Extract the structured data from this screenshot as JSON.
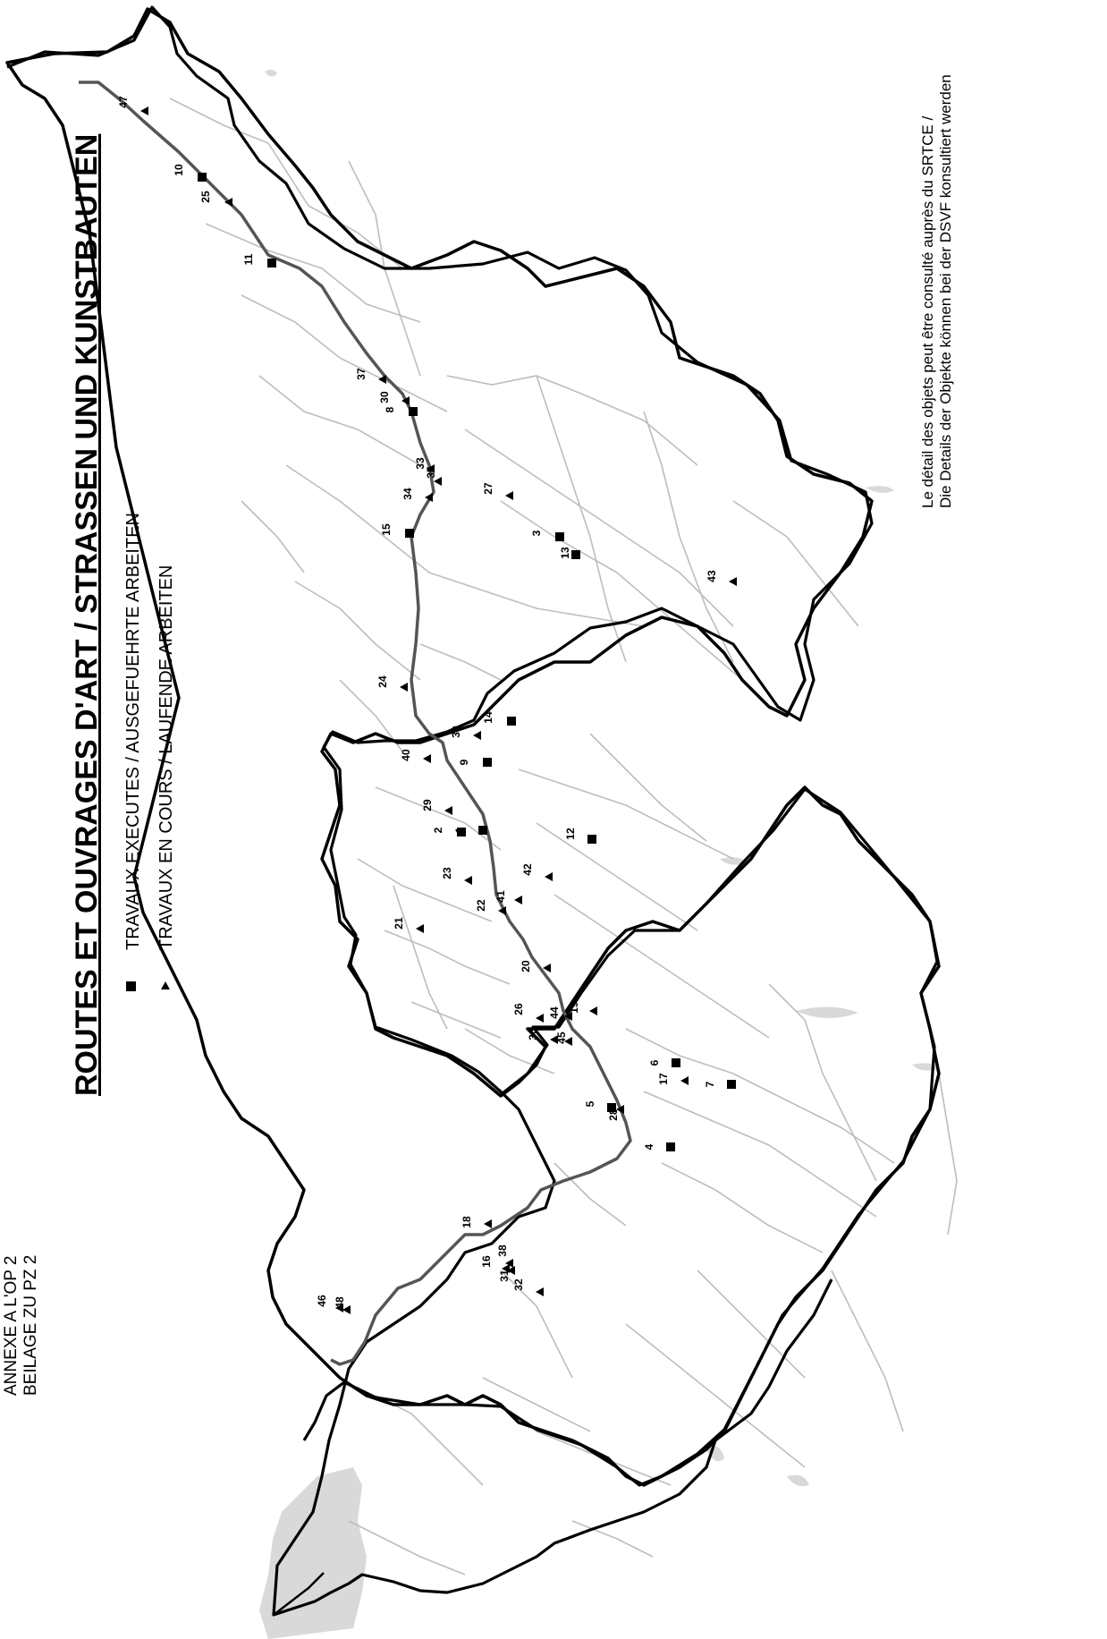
{
  "title": "ROUTES ET OUVRAGES D'ART / STRASSEN UND KUNSTBAUTEN",
  "annex": {
    "line1": "ANNEXE A L'OP 2",
    "line2": "BEILAGE ZU PZ 2"
  },
  "legend": [
    {
      "symbol": "square",
      "label": "TRAVAUX EXECUTES / AUSGEFUEHRTE ARBEITEN"
    },
    {
      "symbol": "triangle",
      "label": "TRAVAUX EN COURS / LAUFENDE ARBEITEN"
    }
  ],
  "note": {
    "line1": "Le détail des objets peut être consulté auprès du SRTCE /",
    "line2": "Die Details der Objekte können bei der DSVF konsultiert werden"
  },
  "colors": {
    "border": "#000000",
    "main_road": "#555555",
    "roads": "#bdbdbd",
    "lakes": "#d9d9d9"
  },
  "points": [
    {
      "id": "1",
      "t": "sq"
    },
    {
      "id": "2",
      "t": "sq"
    },
    {
      "id": "3",
      "t": "sq"
    },
    {
      "id": "4",
      "t": "sq"
    },
    {
      "id": "5",
      "t": "sq"
    },
    {
      "id": "6",
      "t": "sq"
    },
    {
      "id": "7",
      "t": "sq"
    },
    {
      "id": "8",
      "t": "sq"
    },
    {
      "id": "9",
      "t": "sq"
    },
    {
      "id": "10",
      "t": "sq"
    },
    {
      "id": "11",
      "t": "sq"
    },
    {
      "id": "12",
      "t": "sq"
    },
    {
      "id": "13",
      "t": "sq"
    },
    {
      "id": "14",
      "t": "sq"
    },
    {
      "id": "15",
      "t": "sq"
    },
    {
      "id": "16",
      "t": "tr"
    },
    {
      "id": "17",
      "t": "tr"
    },
    {
      "id": "18",
      "t": "tr"
    },
    {
      "id": "19",
      "t": "tr"
    },
    {
      "id": "20",
      "t": "tr"
    },
    {
      "id": "21",
      "t": "tr"
    },
    {
      "id": "22",
      "t": "tr"
    },
    {
      "id": "23",
      "t": "tr"
    },
    {
      "id": "24",
      "t": "tr"
    },
    {
      "id": "25",
      "t": "tr"
    },
    {
      "id": "26",
      "t": "tr"
    },
    {
      "id": "27",
      "t": "tr"
    },
    {
      "id": "28",
      "t": "tr"
    },
    {
      "id": "29",
      "t": "tr"
    },
    {
      "id": "30",
      "t": "tr"
    },
    {
      "id": "31",
      "t": "tr"
    },
    {
      "id": "32",
      "t": "tr"
    },
    {
      "id": "33",
      "t": "tr"
    },
    {
      "id": "34",
      "t": "tr"
    },
    {
      "id": "35",
      "t": "tr"
    },
    {
      "id": "36",
      "t": "tr"
    },
    {
      "id": "37",
      "t": "tr"
    },
    {
      "id": "38",
      "t": "tr"
    },
    {
      "id": "39",
      "t": "tr"
    },
    {
      "id": "40",
      "t": "tr"
    },
    {
      "id": "41",
      "t": "tr"
    },
    {
      "id": "42",
      "t": "tr"
    },
    {
      "id": "43",
      "t": "tr"
    },
    {
      "id": "44",
      "t": "tr"
    },
    {
      "id": "45",
      "t": "tr"
    },
    {
      "id": "46",
      "t": "tr"
    },
    {
      "id": "47",
      "t": "tr"
    },
    {
      "id": "48",
      "t": "tr"
    }
  ]
}
